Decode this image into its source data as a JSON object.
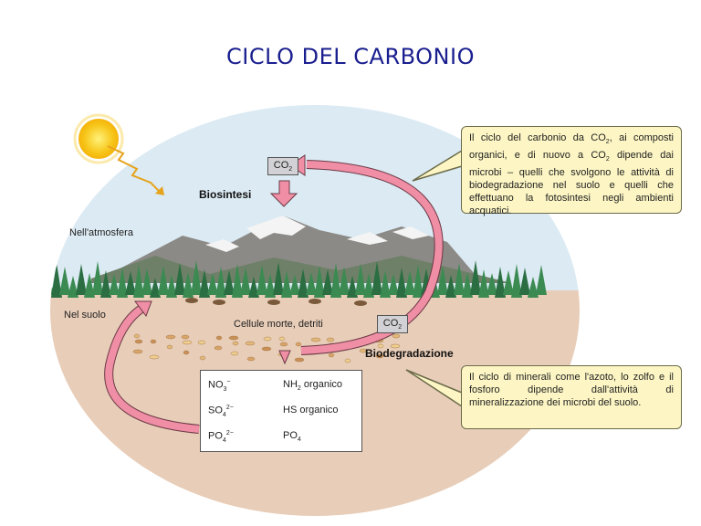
{
  "title": "CICLO DEL CARBONIO",
  "labels": {
    "biosintesi": "Biosintesi",
    "atmosfera": "Nell'atmosfera",
    "suolo": "Nel suolo",
    "cellule": "Cellule morte, detriti",
    "biodegradazione": "Biodegradazione",
    "co2_top": "CO2",
    "co2_bottom": "CO2"
  },
  "callouts": {
    "top": "Il ciclo del carbonio da CO2, ai composti organici, e di nuovo a CO2 dipende dai microbi – quelli che svolgono le attività di biodegradazione nel suolo e quelli che effettuano la fotosintesi negli ambienti acquatici.",
    "bottom": "Il ciclo di minerali come l'azoto, lo zolfo e il fosforo dipende dall'attività di mineralizzazione dei microbi del suolo."
  },
  "minerals": [
    {
      "from": "NH2 organico",
      "to": "NO3−"
    },
    {
      "from": "HS organico",
      "to": "SO42−"
    },
    {
      "from": "PO4",
      "to": "PO42−"
    }
  ],
  "colors": {
    "sky": "#dbeaf3",
    "soil": "#e8cdb8",
    "arrow": "#f08ea6",
    "callout_bg": "#fdf6c4",
    "title": "#1a1f8f",
    "tree": "#2e7d4a"
  }
}
